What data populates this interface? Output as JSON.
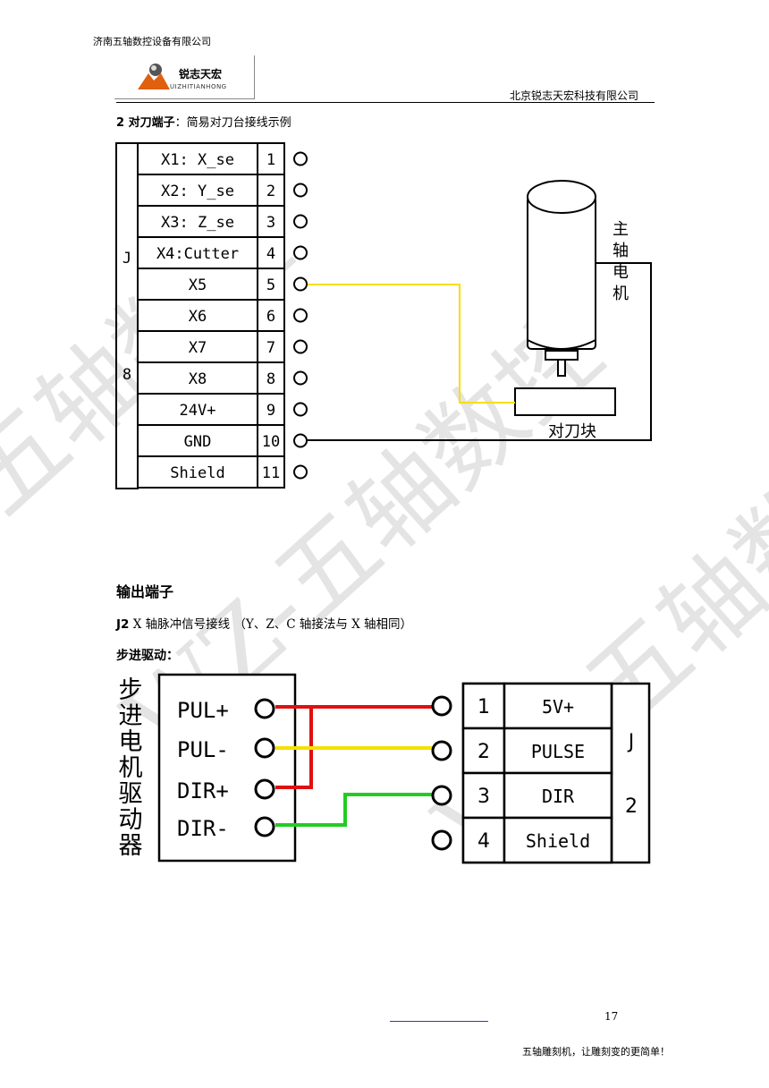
{
  "header": {
    "company_left": "济南五轴数控设备有限公司",
    "company_right": "北京锐志天宏科技有限公司",
    "logo_cn": "锐志天宏",
    "logo_en": "UIZHITIANHONG"
  },
  "section1": {
    "title_bold": "2 对刀端子",
    "title_rest": "：简易对刀台接线示例"
  },
  "terminal_block_j8": {
    "label_j": "J",
    "label_8": "8",
    "rows": [
      {
        "label": "X1: X_se",
        "num": "1"
      },
      {
        "label": "X2: Y_se",
        "num": "2"
      },
      {
        "label": "X3: Z_se",
        "num": "3"
      },
      {
        "label": "X4:Cutter",
        "num": "4"
      },
      {
        "label": "X5",
        "num": "5"
      },
      {
        "label": "X6",
        "num": "6"
      },
      {
        "label": "X7",
        "num": "7"
      },
      {
        "label": "X8",
        "num": "8"
      },
      {
        "label": "24V+",
        "num": "9"
      },
      {
        "label": "GND",
        "num": "10"
      },
      {
        "label": "Shield",
        "num": "11"
      }
    ],
    "spindle_label_chars": [
      "主",
      "轴",
      "电",
      "机"
    ],
    "tool_block_label": "对刀块",
    "wire_yellow": "#f5e000",
    "wire_black": "#000000"
  },
  "output": {
    "title": "输出端子",
    "j2_bold": "J2",
    "j2_rest": " X 轴脉冲信号接线 （Y、Z、C 轴接法与 X 轴相同）",
    "step_title": "步进驱动："
  },
  "driver": {
    "side_chars": [
      "步",
      "进",
      "电",
      "机",
      "驱",
      "动",
      "器"
    ],
    "pins": [
      "PUL+",
      "PUL-",
      "DIR+",
      "DIR-"
    ],
    "wire_red": "#e01010",
    "wire_yellow": "#f5e000",
    "wire_green": "#22cc22"
  },
  "terminal_block_j2": {
    "rows": [
      {
        "num": "1",
        "label": "5V+"
      },
      {
        "num": "2",
        "label": "PULSE"
      },
      {
        "num": "3",
        "label": "DIR"
      },
      {
        "num": "4",
        "label": "Shield"
      }
    ],
    "label_j": "J",
    "label_2": "2"
  },
  "footer": {
    "page_number": "17",
    "slogan": "五轴雕刻机，让雕刻变的更简单！"
  },
  "watermark": "WZ-五轴数控"
}
